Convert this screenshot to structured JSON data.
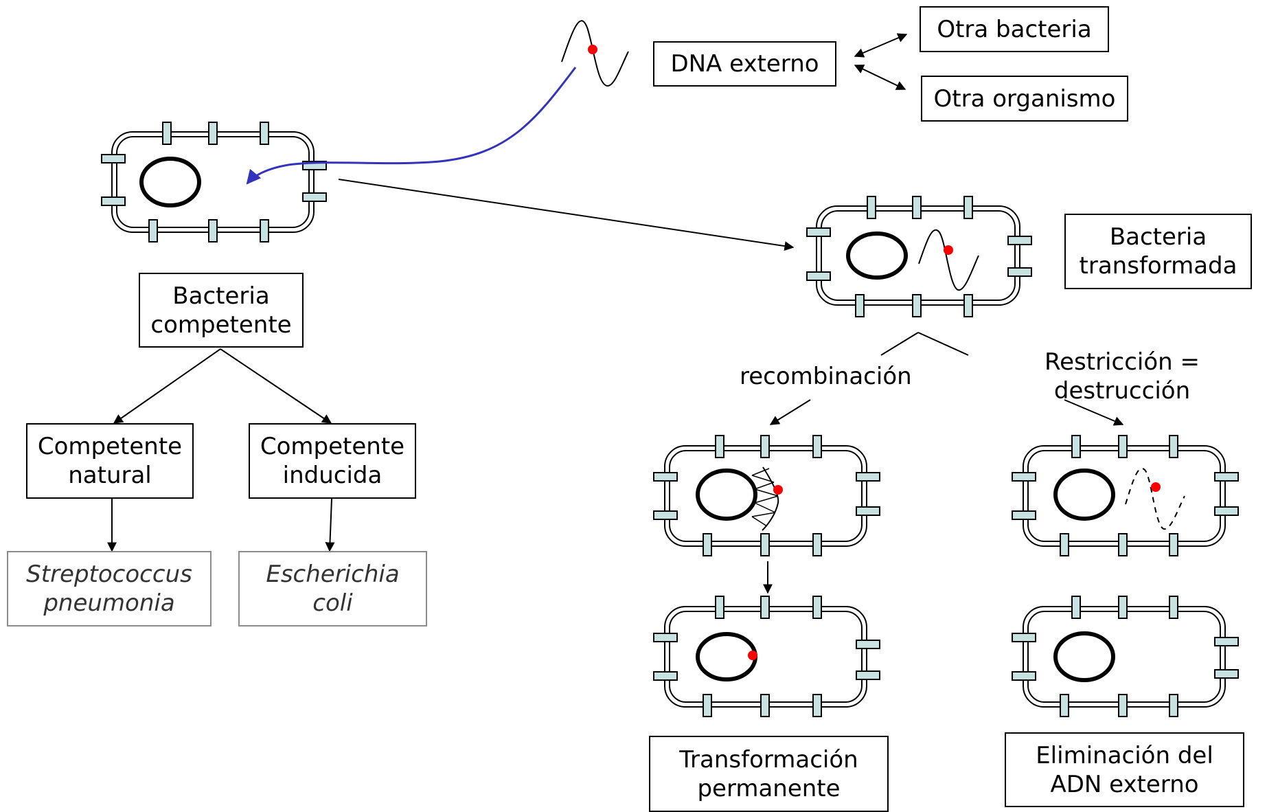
{
  "labels": {
    "dna_externo": "DNA externo",
    "otra_bacteria": "Otra bacteria",
    "otra_organismo": "Otra organismo",
    "bacteria_competente": "Bacteria\ncompetente",
    "bacteria_transformada": "Bacteria\ntransformada",
    "competente_natural": "Competente\nnatural",
    "competente_inducida": "Competente\ninducida",
    "streptococcus": "Streptococcus\npneumonia",
    "escherichia": "Escherichia\ncoli",
    "recombinacion": "recombinación",
    "restriccion": "Restricción = destrucción",
    "transformacion_permanente": "Transformación\npermanente",
    "eliminacion": "Eliminación del\nADN externo"
  },
  "colors": {
    "stroke": "#000000",
    "pilus_fill": "#c8e1e1",
    "dna_marker": "#ff0000",
    "uptake_arrow": "#3333bb",
    "species_box_border": "#8c8c8c"
  }
}
